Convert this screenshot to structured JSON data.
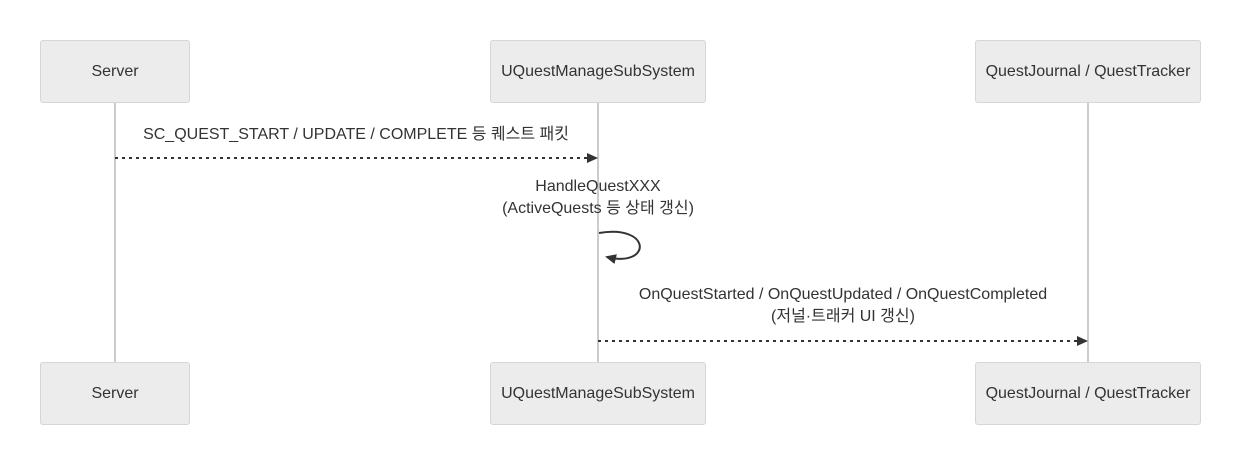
{
  "diagram": {
    "type": "sequence-diagram",
    "actors": [
      {
        "id": "server",
        "label": "Server"
      },
      {
        "id": "uquest-manage-subsystem",
        "label": "UQuestManageSubSystem"
      },
      {
        "id": "quest-journal-tracker",
        "label": "QuestJournal / QuestTracker"
      }
    ],
    "messages": [
      {
        "from": "server",
        "to": "uquest-manage-subsystem",
        "style": "dashed-arrow",
        "line1": "SC_QUEST_START / UPDATE / COMPLETE 등 퀘스트 패킷"
      },
      {
        "from": "uquest-manage-subsystem",
        "to": "uquest-manage-subsystem",
        "style": "self-loop-solid-arrow",
        "line1": "HandleQuestXXX",
        "line2": "(ActiveQuests 등 상태 갱신)"
      },
      {
        "from": "uquest-manage-subsystem",
        "to": "quest-journal-tracker",
        "style": "dashed-arrow",
        "line1": "OnQuestStarted / OnQuestUpdated / OnQuestCompleted",
        "line2": "(저널·트래커 UI 갱신)"
      }
    ],
    "colors": {
      "background": "#ffffff",
      "actor_fill": "#ececec",
      "actor_border": "#d6d6d6",
      "text": "#333333",
      "lifeline": "#cccccc",
      "message_line": "#333333"
    }
  }
}
